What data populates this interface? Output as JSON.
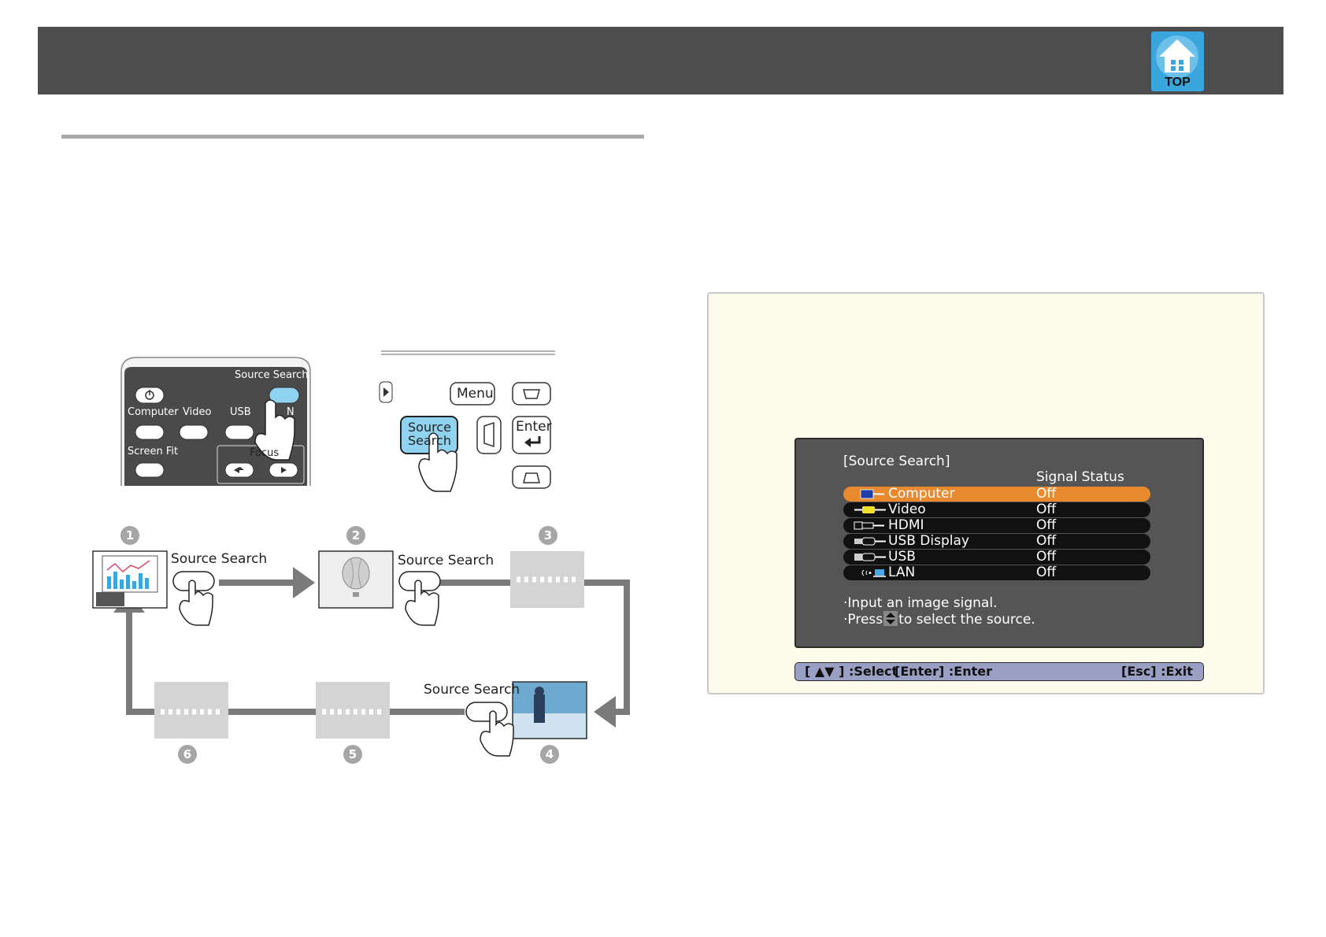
{
  "header": {
    "top_button_label": "TOP"
  },
  "remote": {
    "source_search_label": "Source Search",
    "computer_label": "Computer",
    "video_label": "Video",
    "usb_label": "USB",
    "lan_label_partial": "N",
    "screen_fit_label": "Screen Fit",
    "focus_label": "Focus"
  },
  "panel": {
    "menu_label": "Menu",
    "enter_label": "Enter",
    "source_label_line1": "Source",
    "source_label_line2": "Search"
  },
  "sequence": {
    "button_label": "Source Search",
    "steps": [
      "1",
      "2",
      "3",
      "4",
      "5",
      "6"
    ]
  },
  "osd": {
    "title": "[Source Search]",
    "column_header": "Signal Status",
    "sources": [
      {
        "name": "Computer",
        "status": "Off",
        "icon": "computer-port-icon",
        "selected": true
      },
      {
        "name": "Video",
        "status": "Off",
        "icon": "video-port-icon",
        "selected": false
      },
      {
        "name": "HDMI",
        "status": "Off",
        "icon": "hdmi-port-icon",
        "selected": false
      },
      {
        "name": "USB Display",
        "status": "Off",
        "icon": "usb-display-port-icon",
        "selected": false
      },
      {
        "name": "USB",
        "status": "Off",
        "icon": "usb-port-icon",
        "selected": false
      },
      {
        "name": "LAN",
        "status": "Off",
        "icon": "lan-icon",
        "selected": false
      }
    ],
    "message_line1": "·Input an image signal.",
    "message_line2_prefix": "·Press",
    "message_line2_suffix": "to select the source.",
    "footer_select": "[ ▲▼ ] :Select",
    "footer_enter": "[Enter] :Enter",
    "footer_exit": "[Esc] :Exit"
  },
  "colors": {
    "header": "#4d4d4d",
    "top_button": "#3aa6dd",
    "osd_selected": "#e98a2e",
    "note_bg": "#fdfcec",
    "source_button": "#8fd3f0"
  }
}
